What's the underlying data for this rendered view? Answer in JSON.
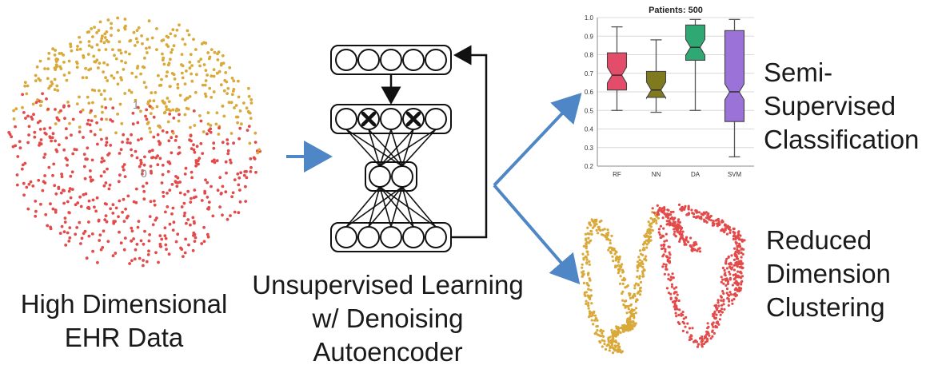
{
  "scatter_labels": {
    "class_one": "1",
    "class_zero": "0"
  },
  "captions": {
    "ehr_data": [
      "High Dimensional",
      "EHR Data"
    ],
    "autoencoder": [
      "Unsupervised Learning",
      "w/ Denoising",
      "Autoencoder"
    ],
    "classification": [
      "Semi-",
      "Supervised",
      "Classification"
    ],
    "clustering": [
      "Reduced",
      "Dimension",
      "Clustering"
    ]
  },
  "colors": {
    "class_one": "#d9a93a",
    "class_zero": "#e34a4a",
    "arrow_blue": "#4f86c6",
    "network_line": "#111111"
  },
  "autoencoder": {
    "layer_node_counts": [
      5,
      2,
      5,
      5
    ],
    "dropped_nodes_marker": "x-mark",
    "feedback_arrow": true
  },
  "chart_data": {
    "type": "box",
    "title": "Patients: 500",
    "categories": [
      "RF",
      "NN",
      "DA",
      "SVM"
    ],
    "ylim": [
      0.2,
      1.0
    ],
    "yticks": [
      "0.2",
      "0.3",
      "0.4",
      "0.5",
      "0.6",
      "0.7",
      "0.8",
      "0.9",
      "1.0"
    ],
    "grid": true,
    "notched": true,
    "boxes": [
      {
        "category": "RF",
        "color": "#e34d6a",
        "whisker_low": 0.5,
        "q1": 0.61,
        "median": 0.69,
        "q3": 0.81,
        "whisker_high": 0.95
      },
      {
        "category": "NN",
        "color": "#7f7a1f",
        "whisker_low": 0.49,
        "q1": 0.57,
        "median": 0.61,
        "q3": 0.71,
        "whisker_high": 0.88
      },
      {
        "category": "DA",
        "color": "#2fa874",
        "whisker_low": 0.5,
        "q1": 0.77,
        "median": 0.84,
        "q3": 0.96,
        "whisker_high": 0.99
      },
      {
        "category": "SVM",
        "color": "#9b72d8",
        "whisker_low": 0.25,
        "q1": 0.44,
        "median": 0.6,
        "q3": 0.93,
        "whisker_high": 0.99
      }
    ]
  }
}
